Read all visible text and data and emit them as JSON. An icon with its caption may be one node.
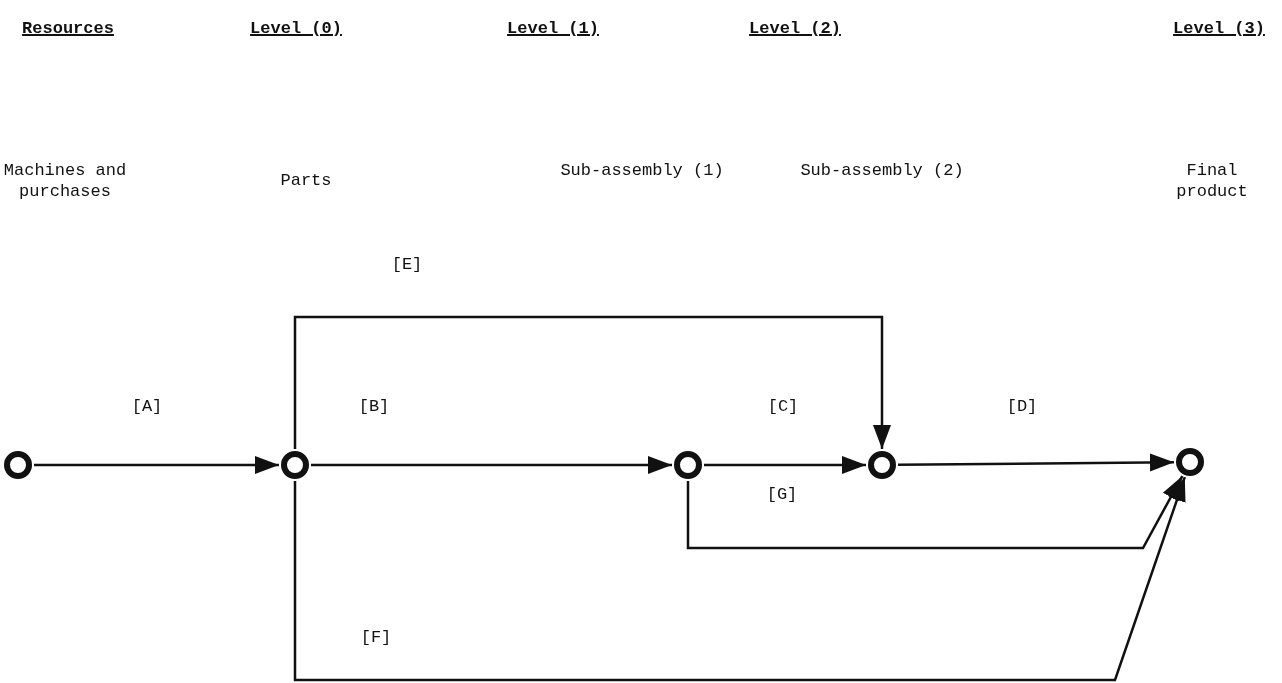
{
  "diagram": {
    "nodes": [
      {
        "text": [],
        "shape": "circle"
      },
      {
        "text": [],
        "shape": "circle"
      },
      {
        "text": [],
        "shape": "circle"
      },
      {
        "text": [],
        "shape": "circle"
      },
      {
        "text": [],
        "shape": "circle"
      }
    ],
    "edges": [
      {
        "from": 0,
        "to": 1,
        "arrow": "to",
        "label": "[A]"
      },
      {
        "from": 1,
        "to": 2,
        "arrow": "to",
        "label": "[B]"
      },
      {
        "from": 2,
        "to": 3,
        "arrow": "to",
        "label": "[C]"
      },
      {
        "from": 3,
        "to": 4,
        "arrow": "to",
        "label": "[D]"
      },
      {
        "from": 1,
        "to": 3,
        "arrow": "to",
        "label": "[E]"
      },
      {
        "from": 2,
        "to": 4,
        "arrow": "to",
        "label": "[G]"
      },
      {
        "from": 1,
        "to": 4,
        "arrow": "to",
        "label": "[F]"
      }
    ],
    "labels": [
      "Resources",
      "Level (0)",
      "Level (1)",
      "Level (2)",
      "Level (3)",
      "Machines and purchases",
      "Parts",
      "Sub-assembly (1)",
      "Sub-assembly (2)",
      "Final product"
    ]
  }
}
